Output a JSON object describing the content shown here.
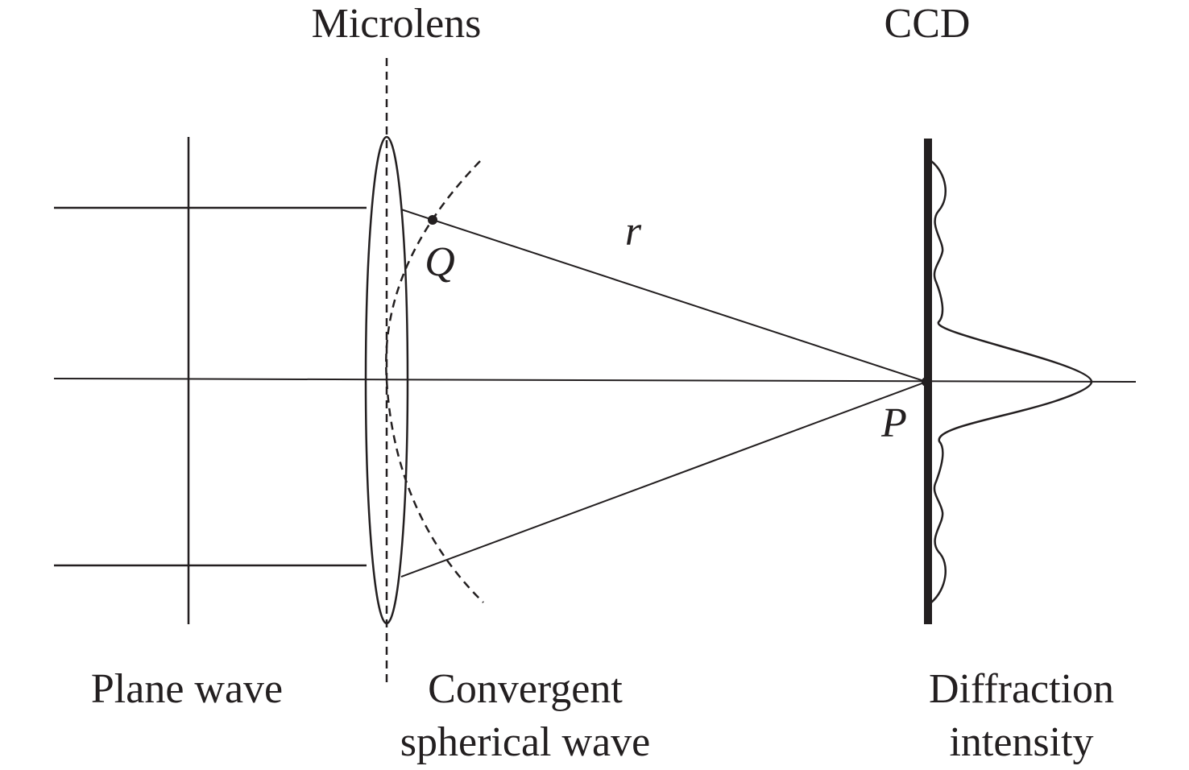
{
  "labels": {
    "microlens": "Microlens",
    "ccd": "CCD",
    "r": "r",
    "q": "Q",
    "p": "P",
    "plane_wave": "Plane wave",
    "convergent_line1": "Convergent",
    "convergent_line2": "spherical wave",
    "diffraction_line1": "Diffraction",
    "diffraction_line2": "intensity"
  },
  "colors": {
    "ink": "#231f20",
    "background": "#ffffff"
  }
}
